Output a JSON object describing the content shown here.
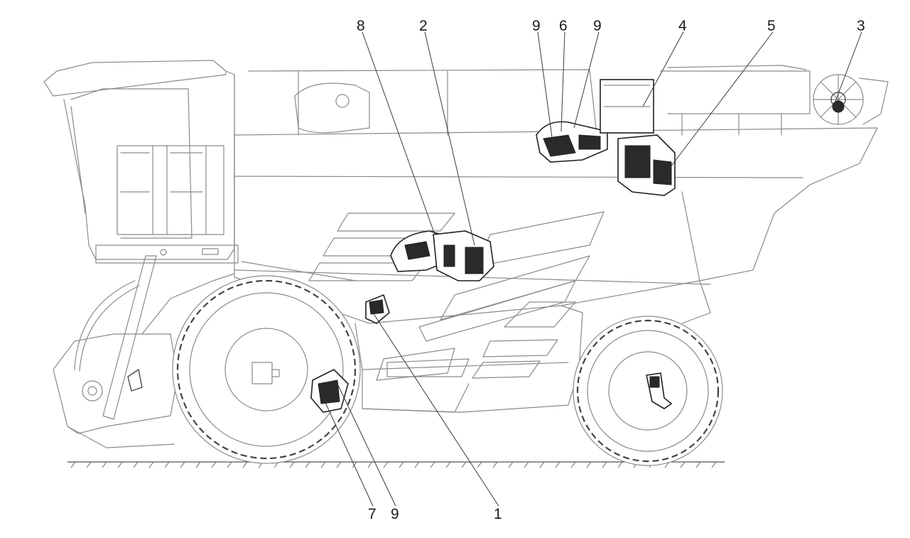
{
  "callouts": {
    "c1": "1",
    "c2": "2",
    "c3": "3",
    "c4": "4",
    "c5": "5",
    "c6": "6",
    "c7": "7",
    "c8": "8",
    "c9_left": "9",
    "c9_right": "9",
    "c9_bottom": "9"
  },
  "colors": {
    "outline": "#8a8a8a",
    "component": "#202020",
    "background": "#ffffff"
  },
  "icons": [
    "combine-harvester-side-view",
    "hydraulic-component"
  ]
}
